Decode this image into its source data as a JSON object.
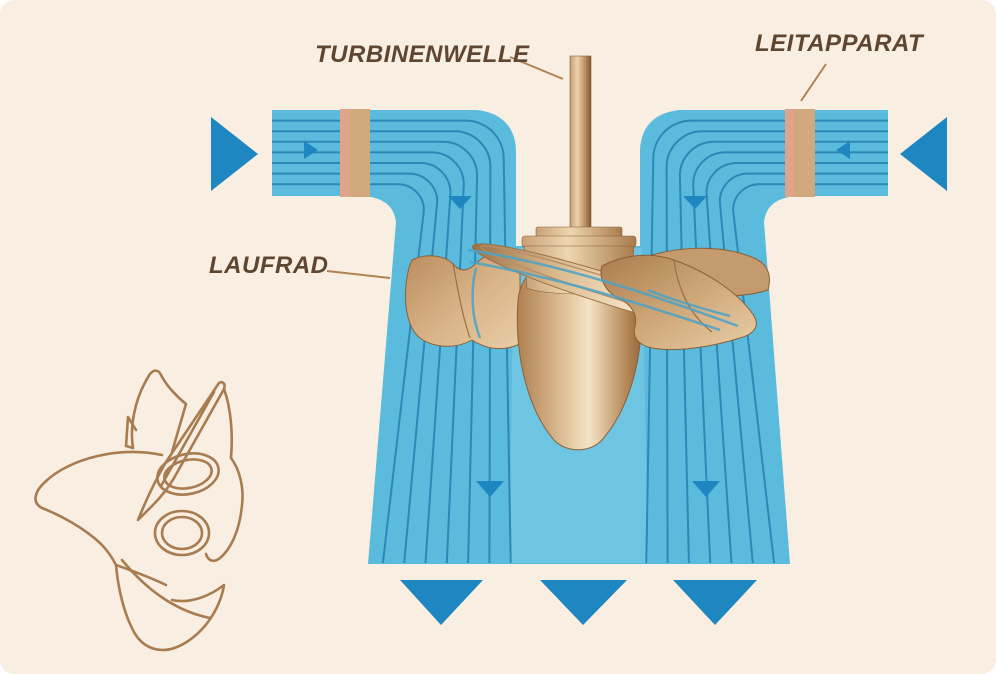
{
  "figure": {
    "type": "technical-diagram",
    "subject": "Kaplan-Turbine Querschnitt mit Wasserfluss",
    "labels": [
      {
        "id": "turbinenwelle",
        "text": "TURBINENWELLE",
        "points_to": "vertical turbine shaft"
      },
      {
        "id": "leitapparat",
        "text": "LEITAPPARAT",
        "points_to": "guide vane band in right inlet channel"
      },
      {
        "id": "laufrad",
        "text": "LAUFRAD",
        "points_to": "propeller runner"
      }
    ],
    "flow": {
      "inlet_left_arrow_direction": "right",
      "inlet_right_arrow_direction": "left",
      "bend_arrow_direction": "down",
      "outlet_arrow_direction": "down",
      "outlet_arrow_count": 3,
      "streamlines_per_channel": 7
    },
    "extra_elements": [
      "outline sketch of the propeller runner in lower-left corner"
    ]
  },
  "palette": {
    "background": "#f8efe2",
    "water": "#5bbbdc",
    "water_center": "#74c8e4",
    "streamline": "#2e87b6",
    "arrow": "#1e86c0",
    "guide_band": "#d2a97c",
    "guide_band_edge": "#e0a48b",
    "bronze_dark": "#8a6038",
    "bronze_mid": "#c49a6e",
    "bronze_light": "#f0dcbc",
    "outline_sketch": "#a87c50",
    "label_text": "#5e4631",
    "leader_line": "#b08252"
  }
}
